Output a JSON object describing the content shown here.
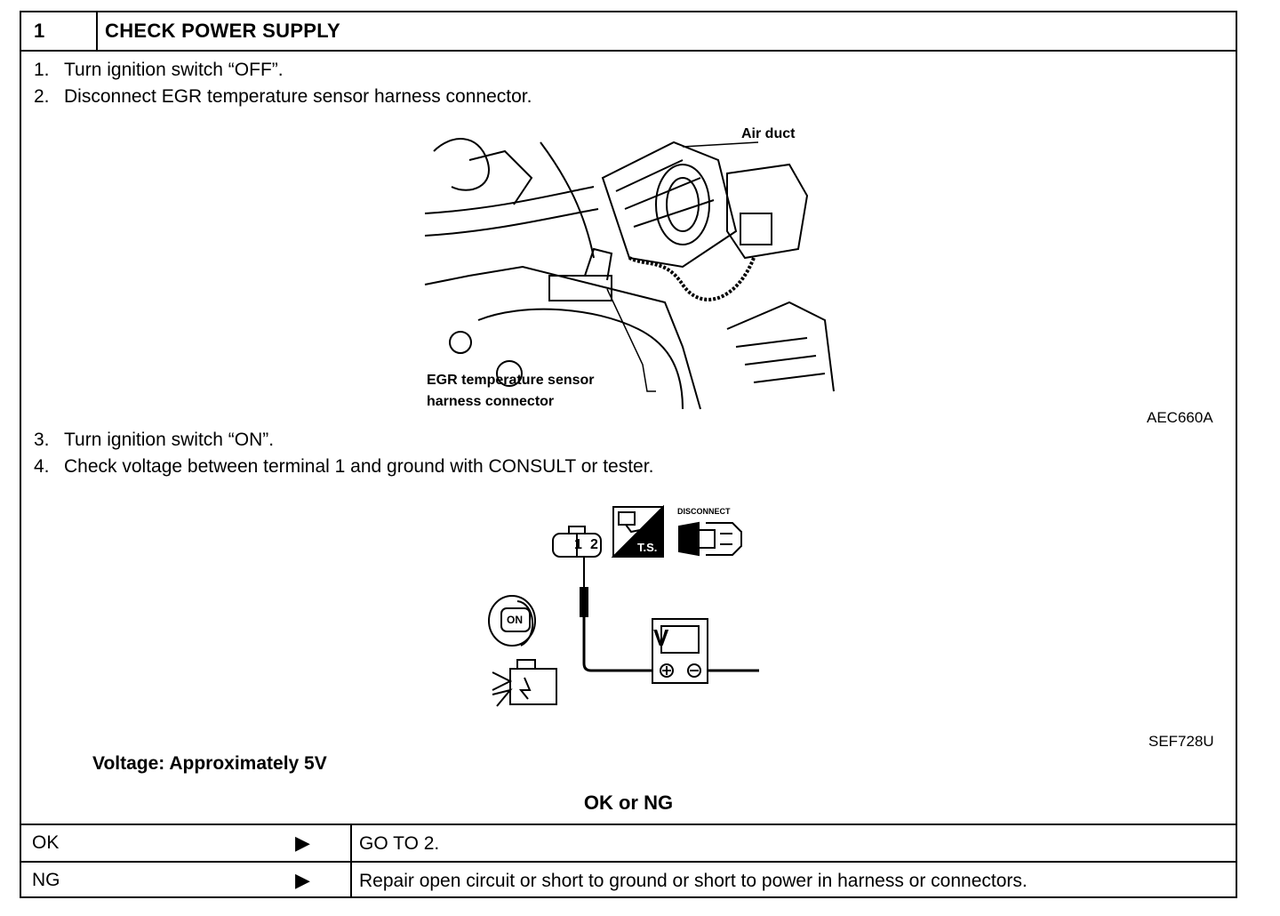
{
  "header": {
    "step_number": "1",
    "title": "CHECK POWER SUPPLY"
  },
  "steps": [
    {
      "num": "1.",
      "text": "Turn ignition switch “OFF”."
    },
    {
      "num": "2.",
      "text": "Disconnect EGR temperature sensor harness connector."
    },
    {
      "num": "3.",
      "text": "Turn ignition switch “ON”."
    },
    {
      "num": "4.",
      "text": "Check voltage between terminal 1 and ground with CONSULT or tester."
    }
  ],
  "figure1": {
    "label_air_duct": "Air duct",
    "label_sensor_line1": "EGR temperature sensor",
    "label_sensor_line2": "harness connector",
    "code": "AEC660A"
  },
  "figure2": {
    "terminal_1": "1",
    "terminal_2": "2",
    "ts_label": "T.S.",
    "disconnect_label": "DISCONNECT",
    "switch_label": "ON",
    "meter_label": "V",
    "code": "SEF728U"
  },
  "spec": "Voltage: Approximately 5V",
  "decision": "OK or NG",
  "results": [
    {
      "result": "OK",
      "arrow": "▶",
      "action": "GO TO 2."
    },
    {
      "result": "NG",
      "arrow": "▶",
      "action": "Repair open circuit or short to ground or short to power in harness or connectors."
    }
  ]
}
